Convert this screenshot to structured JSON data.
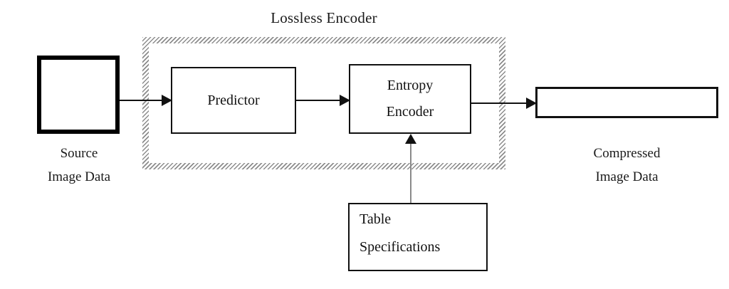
{
  "diagram": {
    "title": "Lossless Encoder",
    "type": "block-diagram",
    "nodes": {
      "source_image": {
        "label_line_1": "Source",
        "label_line_2": "Image Data",
        "style": "thick-bordered-square"
      },
      "predictor": {
        "label": "Predictor"
      },
      "entropy_encoder": {
        "label_line_1": "Entropy",
        "label_line_2": "Encoder"
      },
      "table_specifications": {
        "label_line_1": "Table",
        "label_line_2": "Specifications"
      },
      "compressed_data": {
        "label_line_1": "Compressed",
        "label_line_2": "Image Data",
        "style": "empty-wide-rectangle"
      }
    },
    "arrows": [
      {
        "name": "source-to-predictor",
        "direction": "right"
      },
      {
        "name": "predictor-to-entropy-encoder",
        "direction": "right"
      },
      {
        "name": "entropy-encoder-to-compressed-data",
        "direction": "right"
      },
      {
        "name": "table-specifications-to-entropy-encoder",
        "direction": "up"
      }
    ],
    "colors": {
      "background": "#ffffff",
      "stroke": "#111111",
      "hatch": "#8c8c8c",
      "vertical_arrow_line": "#8a8a8a"
    }
  }
}
